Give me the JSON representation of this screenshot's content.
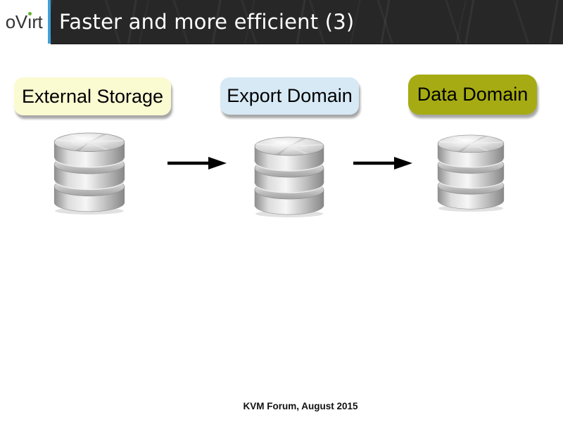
{
  "slide": {
    "header": {
      "logo_text": "oVirt",
      "logo_parts": {
        "pre": "oV",
        "i": "ı",
        "post": "rt"
      },
      "title": "Faster and more efficient (3)"
    },
    "colors": {
      "header_bg": "#272727",
      "accent_blue": "#3fa0d8",
      "logo_green": "#66b32e",
      "arrow_black": "#000000"
    },
    "diagram": {
      "nodes": [
        {
          "id": "external-storage",
          "label": "External Storage",
          "color": "#fbfbd2",
          "icon": "database-cylinder-icon"
        },
        {
          "id": "export-domain",
          "label": "Export Domain",
          "color": "#d6e9f5",
          "icon": "database-cylinder-icon"
        },
        {
          "id": "data-domain",
          "label": "Data Domain",
          "color": "#a6ab13",
          "icon": "database-cylinder-icon"
        }
      ],
      "connectors": [
        {
          "from": "external-storage",
          "to": "export-domain",
          "icon": "arrow-right-icon"
        },
        {
          "from": "export-domain",
          "to": "data-domain",
          "icon": "arrow-right-icon"
        }
      ]
    },
    "footer": {
      "text": "KVM Forum, August 2015"
    }
  }
}
